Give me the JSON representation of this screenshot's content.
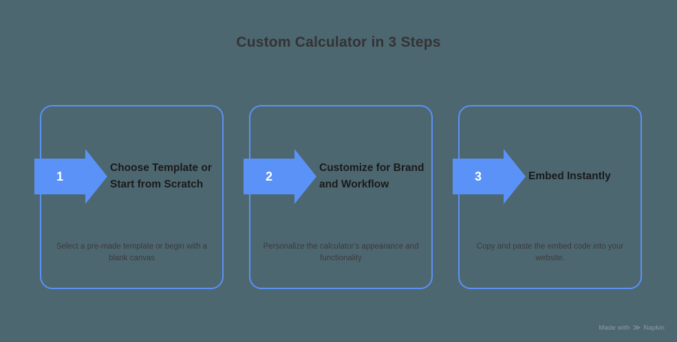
{
  "title": "Custom Calculator in 3 Steps",
  "colors": {
    "background": "#4d6771",
    "accent_blue": "#5b92f7",
    "card_border": "#5b92f7",
    "title_text": "#333333",
    "heading_text": "#1a1a1a",
    "description_text": "#3a3a3a",
    "number_text": "#ffffff",
    "watermark_text": "#8d9ba4"
  },
  "steps": [
    {
      "number": "1",
      "heading": "Choose Template or Start from Scratch",
      "description": "Select a pre-made template or begin with a blank canvas"
    },
    {
      "number": "2",
      "heading": "Customize for Brand and Workflow",
      "description": "Personalize the calculator's appearance and functionality"
    },
    {
      "number": "3",
      "heading": "Embed Instantly",
      "description": "Copy and paste the embed code into your website."
    }
  ],
  "watermark": {
    "prefix": "Made with",
    "mark": "≫",
    "brand": "Napkin"
  }
}
